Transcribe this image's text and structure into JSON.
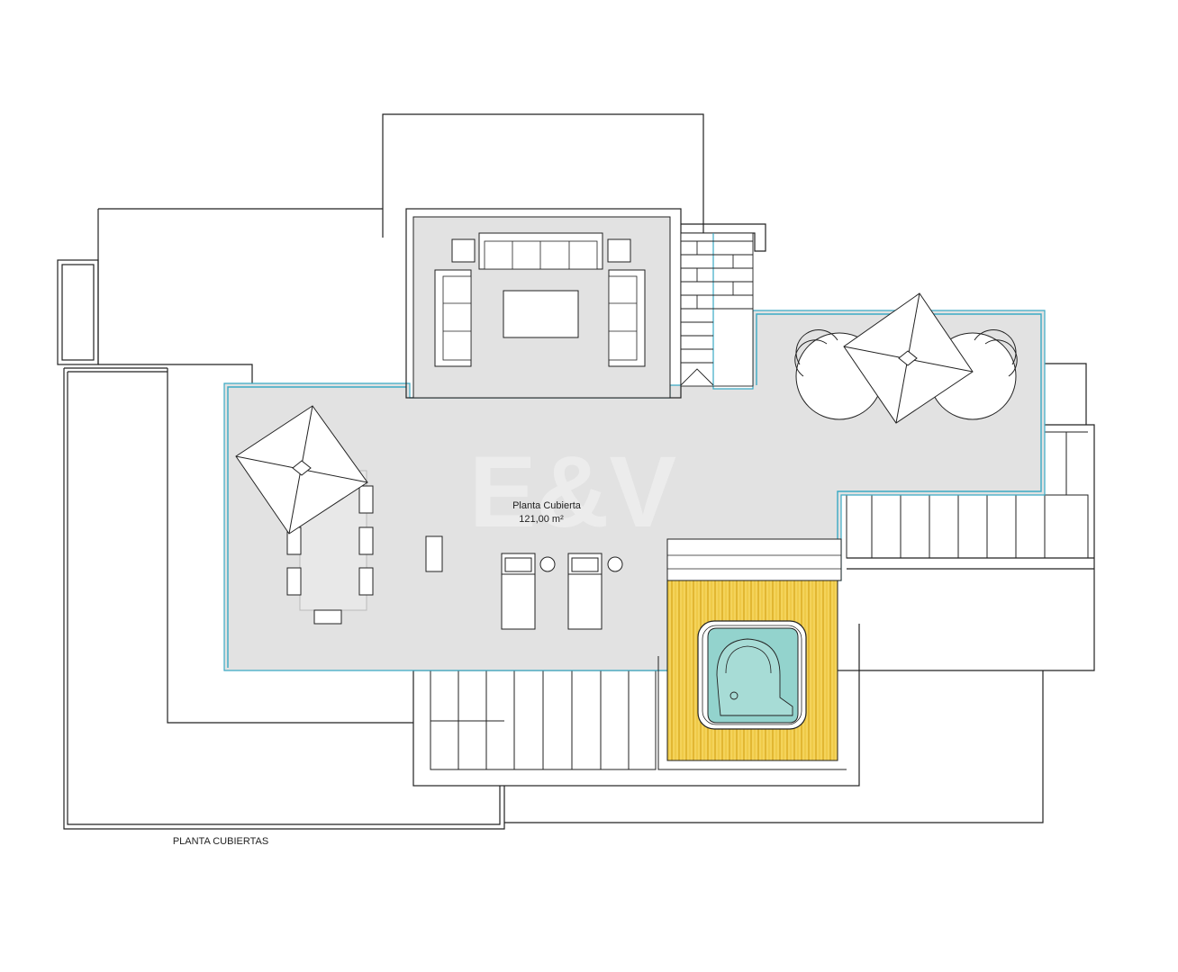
{
  "plan": {
    "drawing_title": "PLANTA CUBIERTAS",
    "room_name": "Planta Cubierta",
    "room_area": "121,00 m²",
    "watermark": "E&V"
  },
  "colors": {
    "terrace_floor": "#e2e2e2",
    "glass_rail": "#3aa9c4",
    "deck_wood": "#f3cf45",
    "jacuzzi_water": "#93d3cd",
    "line": "#222222"
  }
}
